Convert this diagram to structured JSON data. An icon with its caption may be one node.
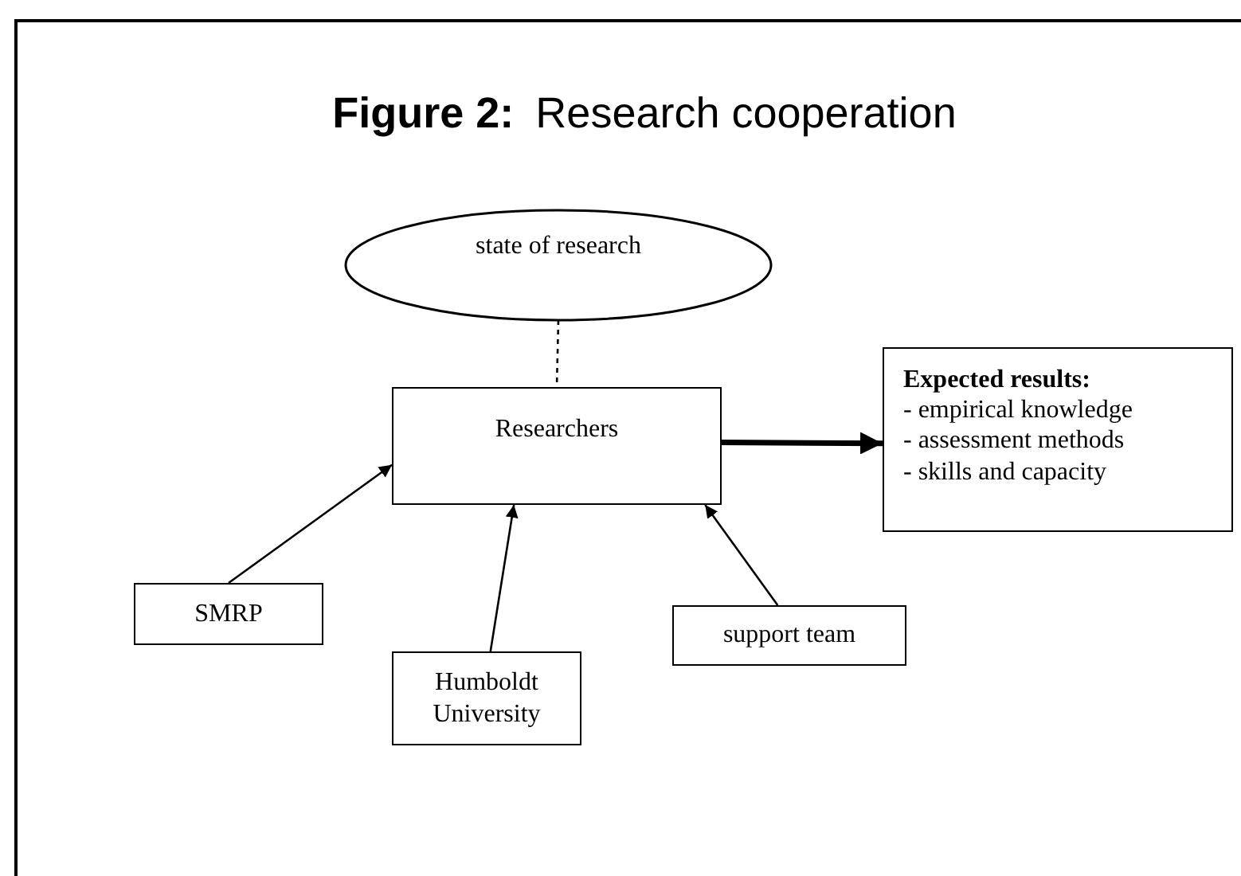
{
  "diagram": {
    "title": "**Figure 2:** Research cooperation",
    "nodes": [
      {
        "text": [
          "state of research"
        ]
      },
      {
        "text": [
          "Researchers"
        ]
      },
      {
        "text": [
          "Expected results:",
          "- empirical knowledge",
          "- assessment methods",
          "- skills and capacity"
        ]
      },
      {
        "text": [
          "SMRP"
        ]
      },
      {
        "text": [
          "Humboldt University"
        ]
      },
      {
        "text": [
          "support team"
        ]
      }
    ],
    "edges": [
      {
        "from": 0,
        "to": 1,
        "arrow": "none",
        "style": "dashed"
      },
      {
        "from": 1,
        "to": 2,
        "arrow": "to",
        "style": "thick"
      },
      {
        "from": 3,
        "to": 1,
        "arrow": "to"
      },
      {
        "from": 4,
        "to": 1,
        "arrow": "to"
      },
      {
        "from": 5,
        "to": 1,
        "arrow": "to"
      }
    ]
  }
}
